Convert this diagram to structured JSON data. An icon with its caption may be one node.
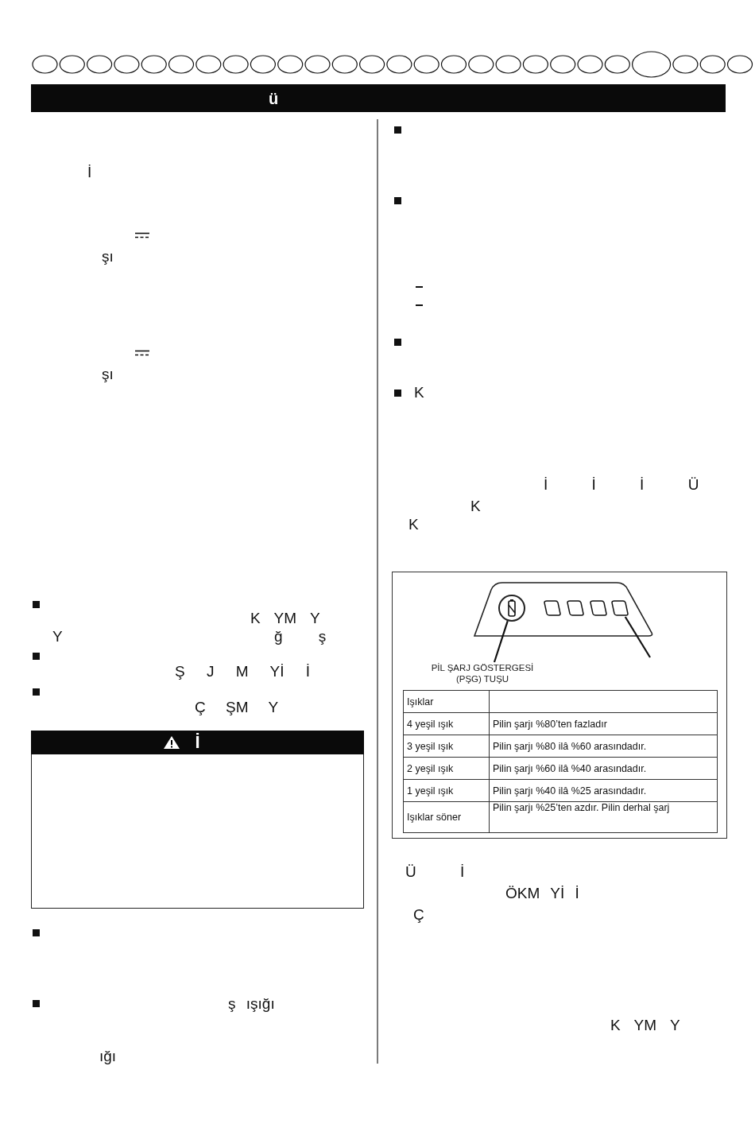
{
  "diagram": {
    "nodes": [
      {
        "text": [],
        "shape": "circle"
      },
      {
        "text": [],
        "shape": "box"
      },
      {
        "text": [],
        "shape": "box"
      },
      {
        "text": [],
        "shape": "box"
      },
      {
        "text": [],
        "shape": "box"
      },
      {
        "text": [
          "PİL ŞARJ GÖSTERGESİ (PŞG) TUŞU"
        ]
      },
      {
        "text": [
          "İ"
        ]
      }
    ],
    "edges": [
      {
        "from": 5,
        "to": 0,
        "arrow": "none"
      },
      {
        "from": null,
        "to": 4,
        "arrow": "none"
      }
    ],
    "labels": [
      "ü",
      "İ",
      "şı",
      "şı",
      "K YM Y",
      "Y",
      "ğ ş",
      "Ş J M Yİ İ",
      "Ç ŞM Y",
      "ş ışığı",
      "ığı",
      "K",
      "İ İ İ Ü",
      "K",
      "K",
      "Işıklar",
      "4 yeşil ışık",
      "Pilin şarjı %80’ten fazladır",
      "3 yeşil ışık",
      "Pilin şarjı %80 ilâ %60 arasındadır.",
      "2 yeşil ışık",
      "Pilin şarjı %60 ilâ %40 arasındadır.",
      "1 yeşil ışık",
      "Pilin şarjı %40 ilâ %25 arasındadır.",
      "Işıklar söner",
      "Pilin şarjı %25’ten azdır. Pilin derhal şarj",
      "Ü İ",
      "ÖKM Yİ İ",
      "Ç",
      "K YM Y"
    ]
  }
}
